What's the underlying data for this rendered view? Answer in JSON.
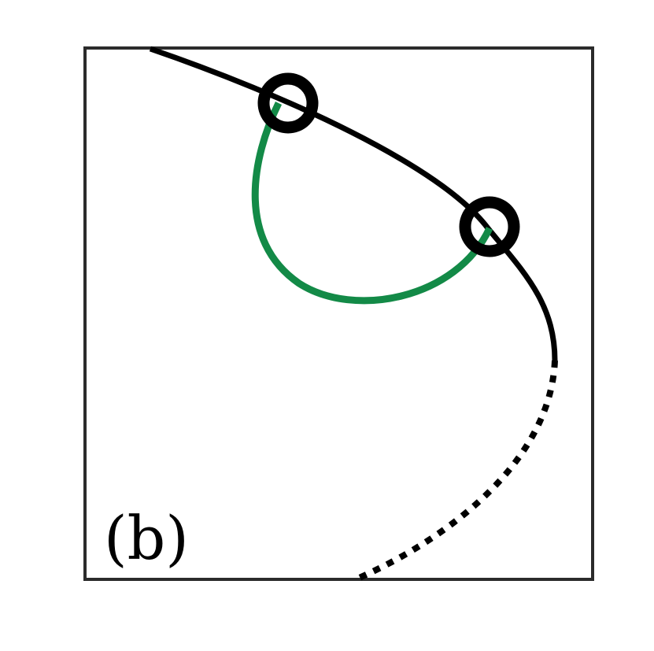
{
  "panel": {
    "label": "(b)"
  },
  "colors": {
    "frame": "#2b2b2b",
    "curve": "#000000",
    "arc": "#138a47",
    "background": "#ffffff"
  },
  "elements": {
    "frame": "panel-frame",
    "main_curve": "solid-black-curve",
    "dotted_continuation": "dotted-black-curve",
    "connecting_arc": "green-arc",
    "markers": [
      "ring-marker-upper",
      "ring-marker-lower"
    ]
  }
}
